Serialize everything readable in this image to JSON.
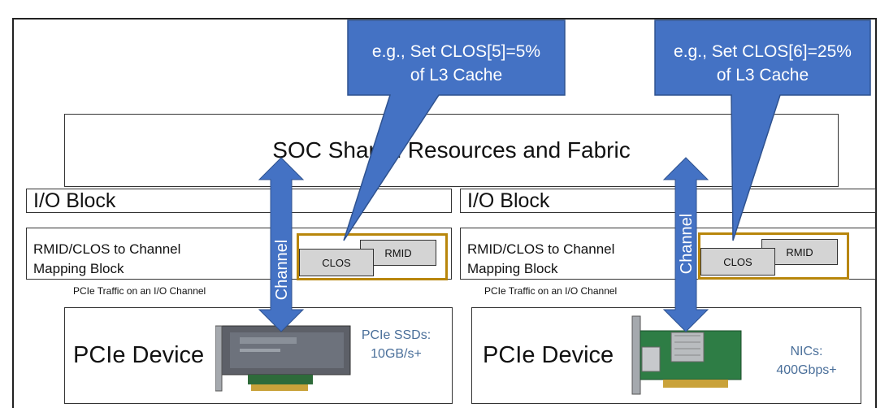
{
  "header_fragment": "",
  "soc_box": {
    "label": "SOC Shared Resources and Fabric"
  },
  "left": {
    "io_block": "I/O Block",
    "mapping_block": [
      "RMID/CLOS to Channel",
      "Mapping Block"
    ],
    "rmid": "RMID",
    "clos": "CLOS",
    "traffic": "PCIe Traffic on an I/O Channel",
    "channel": "Channel",
    "callout": [
      "e.g., Set CLOS[5]=5%",
      "of L3 Cache"
    ],
    "device": "PCIe Device",
    "note": [
      "PCIe SSDs:",
      "10GB/s+"
    ]
  },
  "right": {
    "io_block": "I/O Block",
    "mapping_block": [
      "RMID/CLOS to Channel",
      "Mapping Block"
    ],
    "rmid": "RMID",
    "clos": "CLOS",
    "traffic": "PCIe Traffic on an I/O Channel",
    "channel": "Channel",
    "callout": [
      "e.g., Set CLOS[6]=25%",
      "of L3 Cache"
    ],
    "device": "PCIe Device",
    "note": [
      "NICs:",
      "400Gbps+"
    ]
  },
  "colors": {
    "accent_blue": "#4472c4",
    "callout_border": "#2f528f",
    "gold": "#b8860b",
    "chip_gray": "#d4d4d4"
  }
}
